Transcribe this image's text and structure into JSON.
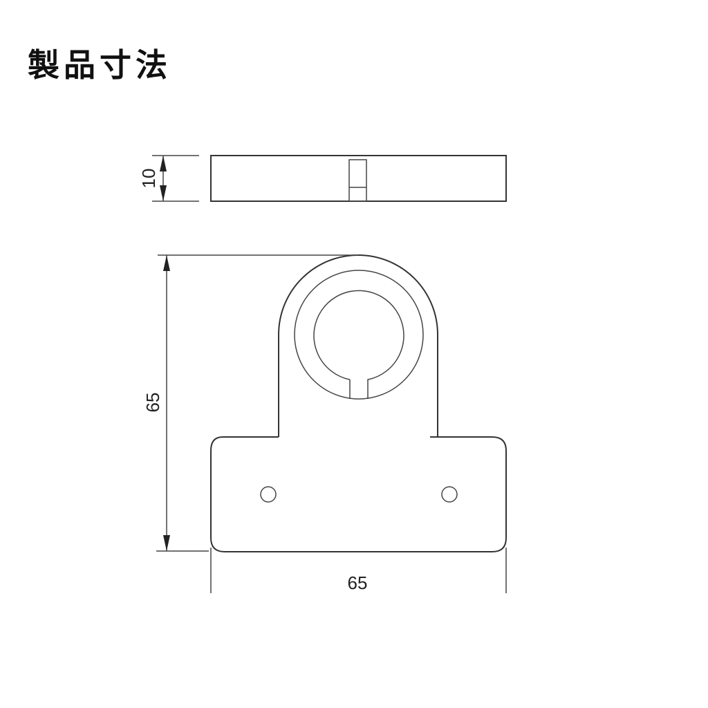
{
  "title": "製品寸法",
  "drawing": {
    "side_view": {
      "thickness_label": "10"
    },
    "front_view": {
      "height_label": "65",
      "width_label": "65"
    }
  },
  "colors": {
    "line": "#333333",
    "background": "#ffffff",
    "text": "#111111"
  }
}
